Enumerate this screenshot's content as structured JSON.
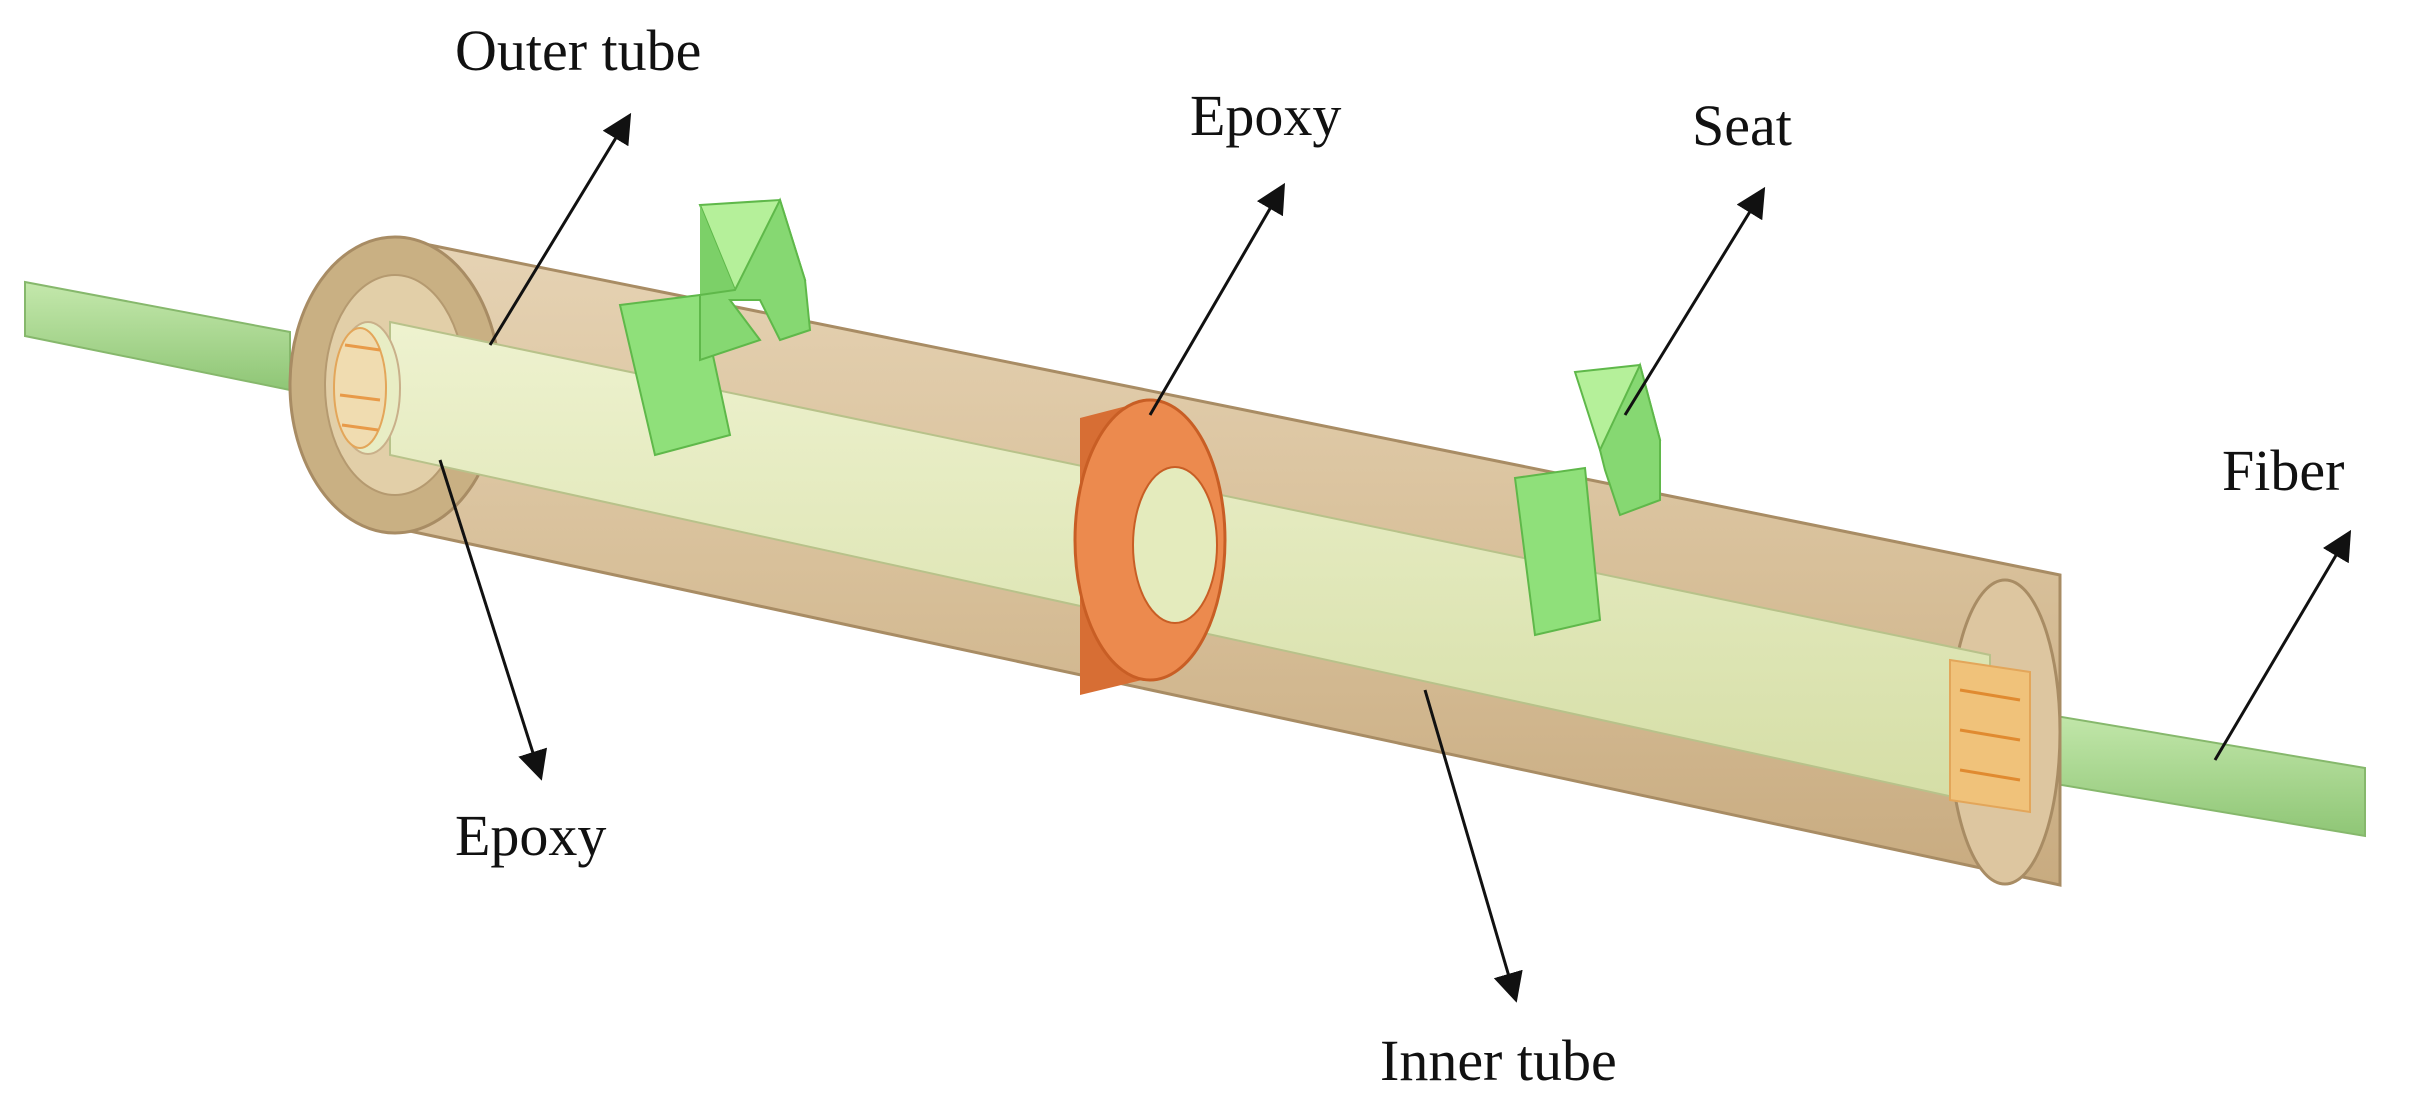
{
  "labels": {
    "outer_tube": "Outer tube",
    "epoxy_middle": "Epoxy",
    "seat": "Seat",
    "fiber": "Fiber",
    "epoxy_left": "Epoxy",
    "inner_tube": "Inner tube"
  },
  "colors": {
    "outer_tube_fill": "#d9c29f",
    "outer_tube_edge": "#b89a70",
    "inner_tube_fill": "#e4ebbd",
    "epoxy_ring": "#ec8a4e",
    "epoxy_ring_dark": "#d06a30",
    "seat_fill": "#8fe07a",
    "seat_light": "#b5f09a",
    "fiber_fill": "#a8d890",
    "epoxy_end": "#e9b86a",
    "arrow": "#111111"
  }
}
